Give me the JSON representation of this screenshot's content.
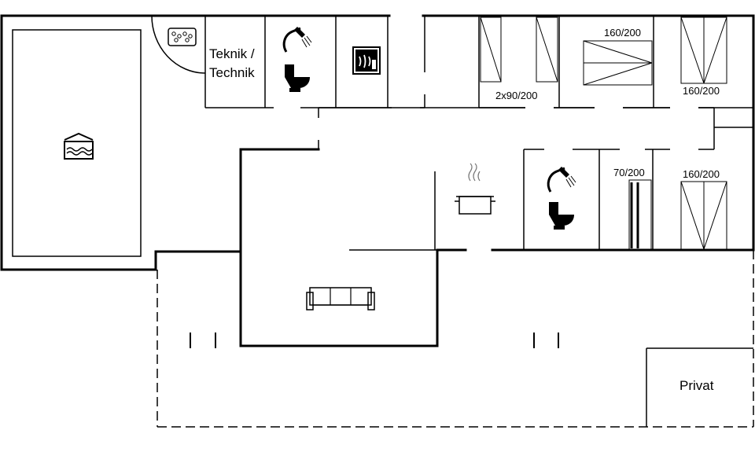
{
  "rooms": {
    "technik_label_line1": "Teknik /",
    "technik_label_line2": "Technik",
    "bed_2x90": "2x90/200",
    "bed_160_top_center": "160/200",
    "bed_160_top_right": "160/200",
    "bed_70": "70/200",
    "bed_160_bottom_right": "160/200",
    "privat": "Privat"
  },
  "icons": {
    "pool": "pool-icon",
    "whirlpool": "whirlpool-icon",
    "shower": "shower-icon",
    "toilet": "toilet-icon",
    "sauna": "sauna-icon",
    "kitchen": "cooking-pot-icon",
    "sofa": "sofa-icon",
    "bed": "bed-icon"
  }
}
